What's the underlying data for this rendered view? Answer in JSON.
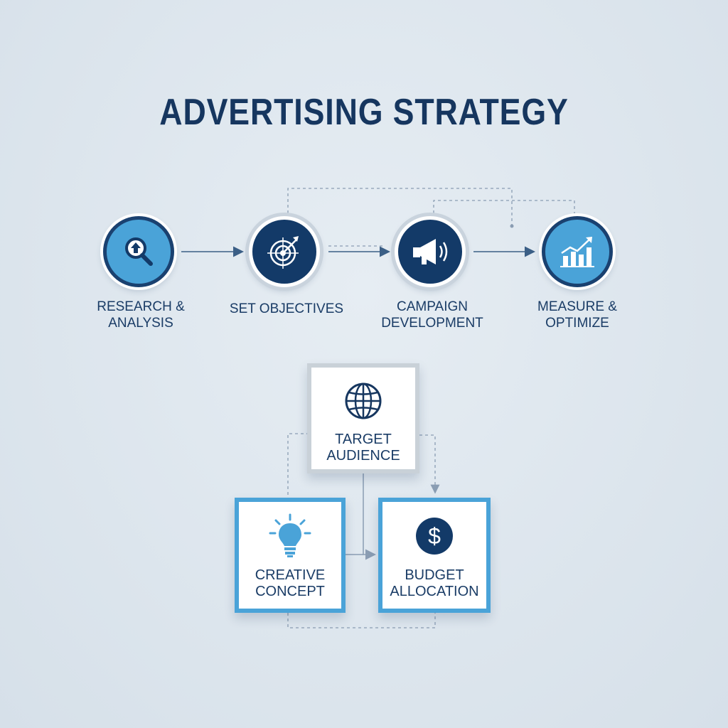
{
  "title": "ADVERTISING STRATEGY",
  "steps": [
    {
      "label": "RESEARCH &\nANALYSIS",
      "icon": "magnifier-upload-icon"
    },
    {
      "label": "SET OBJECTIVES",
      "icon": "target-arrow-icon"
    },
    {
      "label": "CAMPAIGN\nDEVELOPMENT",
      "icon": "megaphone-icon"
    },
    {
      "label": "MEASURE &\nOPTIMIZE",
      "icon": "growth-chart-icon"
    }
  ],
  "cards": {
    "target": {
      "label": "TARGET\nAUDIENCE",
      "icon": "globe-icon"
    },
    "creative": {
      "label": "CREATIVE\nCONCEPT",
      "icon": "lightbulb-icon"
    },
    "budget": {
      "label": "BUDGET\nALLOCATION",
      "icon": "dollar-icon"
    }
  },
  "colors": {
    "navy": "#16365f",
    "accent_blue": "#4aa3d8",
    "background": "#dde5ec",
    "connector": "#8a9db3"
  }
}
